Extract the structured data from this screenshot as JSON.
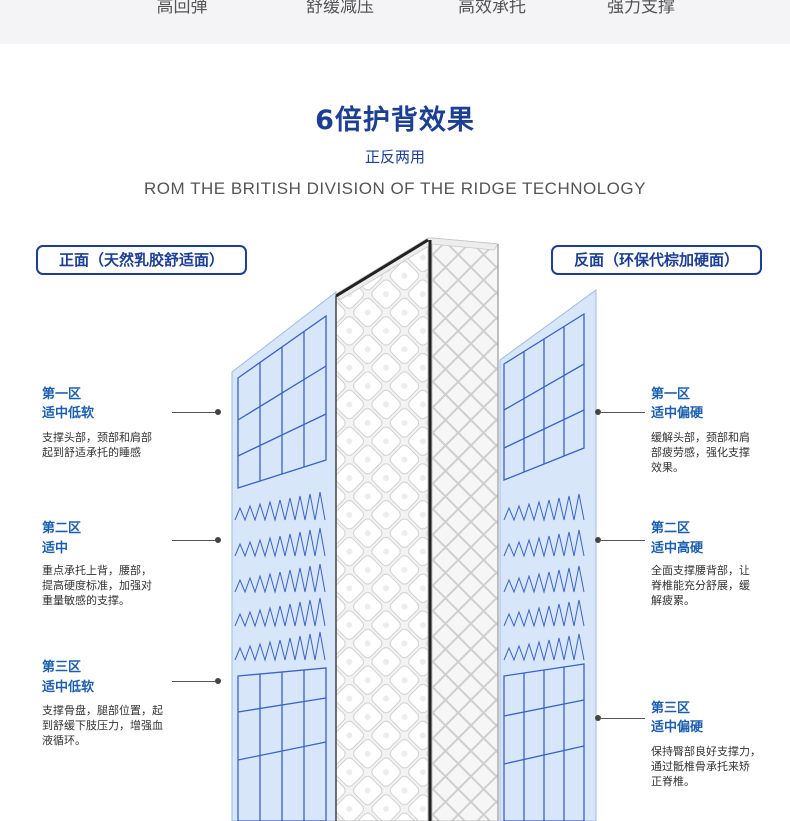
{
  "features": [
    "高回弹",
    "舒缓减压",
    "高效承托",
    "强力支撑"
  ],
  "heading": {
    "title": "6倍护背效果",
    "subtitle": "正反两用",
    "english": "ROM THE BRITISH DIVISION OF THE RIDGE TECHNOLOGY"
  },
  "front_side": {
    "label": "正面（天然乳胶舒适面）",
    "zones": [
      {
        "name": "第一区",
        "firmness": "适中低软",
        "desc": [
          "支撑头部，颈部和肩部",
          "起到舒适承托的睡感"
        ]
      },
      {
        "name": "第二区",
        "firmness": "适中",
        "desc": [
          "重点承托上背，腰部，",
          "提高硬度标准，加强对",
          "重量敏感的支撑。"
        ]
      },
      {
        "name": "第三区",
        "firmness": "适中低软",
        "desc": [
          "支撑骨盘，腿部位置，起",
          "到舒缓下肢压力，增强血",
          "液循环。"
        ]
      }
    ]
  },
  "back_side": {
    "label": "反面（环保代棕加硬面）",
    "zones": [
      {
        "name": "第一区",
        "firmness": "适中偏硬",
        "desc": [
          "缓解头部，颈部和肩",
          "部疲劳感，强化支撑",
          "效果。"
        ]
      },
      {
        "name": "第二区",
        "firmness": "适中高硬",
        "desc": [
          "全面支撑腰背部，让",
          "脊椎能充分舒展，缓",
          "解疲累。"
        ]
      },
      {
        "name": "第三区",
        "firmness": "适中偏硬",
        "desc": [
          "保持臀部良好支撑力，",
          "通过骶椎骨承托来矫",
          "正脊椎。"
        ]
      }
    ]
  },
  "colors": {
    "accent": "#1c3f95",
    "zone_title": "#1c5fb0",
    "panel_blue": "#cfe0f7",
    "panel_line": "#3a63c4"
  }
}
